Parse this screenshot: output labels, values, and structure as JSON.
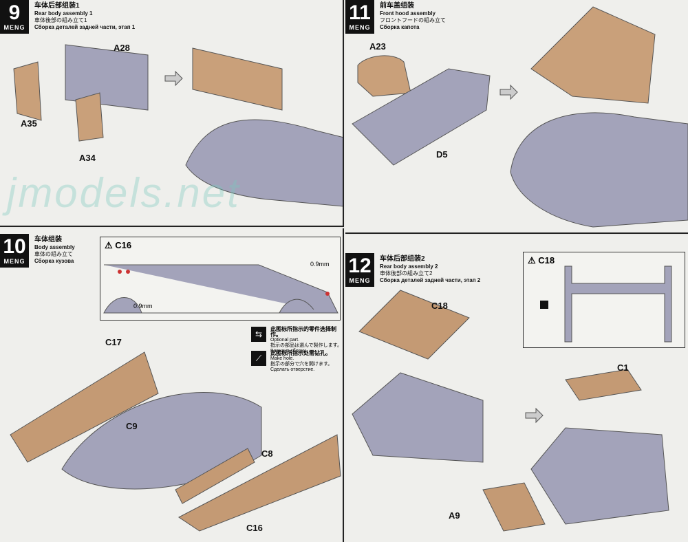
{
  "steps": [
    {
      "number": "9",
      "logo": "MENG",
      "zh": "车体后部组装1",
      "en": "Rear body assembly 1",
      "ja": "車体後部の組み立て1",
      "ru": "Сборка деталей задней части, этап 1",
      "parts": [
        "A28",
        "A35",
        "A34"
      ]
    },
    {
      "number": "11",
      "logo": "MENG",
      "zh": "前车盖组装",
      "en": "Front hood assembly",
      "ja": "フロントフードの組み立て",
      "ru": "Сборка капота",
      "parts": [
        "A23",
        "D5"
      ]
    },
    {
      "number": "10",
      "logo": "MENG",
      "zh": "车体组装",
      "en": "Body assembly",
      "ja": "車体の組み立て",
      "ru": "Сборка кузова",
      "callout": {
        "part": "C16",
        "drill1": "0.9mm",
        "drill2": "0.9mm"
      },
      "parts": [
        "C17",
        "C9",
        "C8",
        "C16"
      ]
    },
    {
      "number": "12",
      "logo": "MENG",
      "zh": "车体后部组装2",
      "en": "Rear body assembly 2",
      "ja": "車体後部の組み立て2",
      "ru": "Сборка деталей задней части, этап 2",
      "callout": {
        "part": "C18"
      },
      "parts": [
        "C18",
        "C1",
        "A9"
      ]
    }
  ],
  "legend": {
    "optional": {
      "zh": "此图标所指示的零件选择制作。",
      "en": "Optional part.",
      "ja": "指示の部品は選んで製作します。",
      "ru": "Вариант сборки."
    },
    "hole": {
      "zh": "此图标所指示处需钻孔。",
      "en": "Make hole.",
      "ja": "指示の部分で穴を開けます。",
      "ru": "Сделать отверстие."
    }
  },
  "watermark": "jmodels.net",
  "colors": {
    "gray_part": "#9a9ab0",
    "tan_part": "#c49a74",
    "ink": "#111111"
  }
}
